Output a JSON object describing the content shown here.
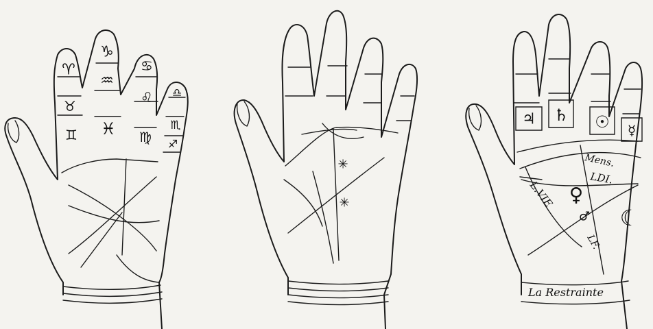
{
  "hand_left": {
    "index_signs": [
      "♈",
      "♉",
      "♊"
    ],
    "middle_signs": [
      "♑",
      "♒",
      "♓"
    ],
    "ring_signs": [
      "♋",
      "♌",
      "♍"
    ],
    "little_signs": [
      "♎",
      "♏",
      "♐"
    ]
  },
  "hand_middle": {
    "marks": [
      "✳",
      "✳"
    ]
  },
  "hand_right": {
    "finger_planets": [
      "♃",
      "♄",
      "☉",
      "☿"
    ],
    "palm_planets": {
      "venus": "♀",
      "mars": "♂",
      "moon": "☾"
    },
    "labels": {
      "mens": "Mens.",
      "ldi": "LDI.",
      "lvie": "L.VIE",
      "lf": "LF.",
      "restrainte": "La Restrainte"
    }
  },
  "colors": {
    "ink": "#1b1b1b",
    "paper": "#f4f3ef"
  }
}
